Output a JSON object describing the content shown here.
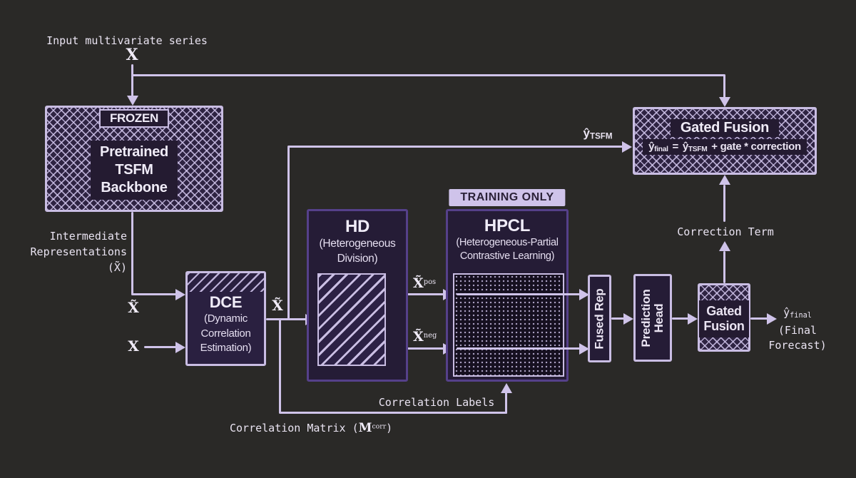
{
  "colors": {
    "background": "#2a2927",
    "line": "#cfc3e9",
    "text": "#eae4f2",
    "lavender_border": "#c9bde3",
    "purple_border": "#55408a",
    "box_fill": "#251c36",
    "tag_bg": "#cfc3ea",
    "tag_text": "#2b2238"
  },
  "input": {
    "caption": "Input multivariate series",
    "symbol": "X"
  },
  "backbone": {
    "tag": "FROZEN",
    "title_line1": "Pretrained TSFM",
    "title_line2": "Backbone"
  },
  "intermediate": {
    "line1": "Intermediate",
    "line2": "Representations",
    "line3": "(X̃)"
  },
  "dce": {
    "input_top": "X̃",
    "input_bottom": "X",
    "title": "DCE",
    "sub1": "(Dynamic",
    "sub2": "Correlation",
    "sub3": "Estimation)",
    "output": "X̃"
  },
  "hd": {
    "title": "HD",
    "sub1": "(Heterogeneous",
    "sub2": "Division)"
  },
  "hpcl": {
    "tag": "TRAINING ONLY",
    "title": "HPCL",
    "sub1": "(Heterogeneous-Partial",
    "sub2": "Contrastive Learning)"
  },
  "signals": {
    "pos_base": "X̃",
    "pos_sup": "pos",
    "neg_base": "X̃",
    "neg_sup": "neg",
    "y_tsfm_base": "ŷ",
    "y_tsfm_sub": "TSFM"
  },
  "fused_rep": {
    "label": "Fused Rep"
  },
  "prediction_head": {
    "line1": "Prediction",
    "line2": "Head"
  },
  "gated_fusion_small": {
    "line1": "Gated",
    "line2": "Fusion"
  },
  "final_output": {
    "base": "ŷ",
    "sub": "final",
    "line2": "(Final",
    "line3": "Forecast)"
  },
  "correction": {
    "label": "Correction Term"
  },
  "gated_fusion_big": {
    "title": "Gated Fusion",
    "formula_y1": "ŷ",
    "formula_sub1": "final",
    "formula_eq": "=",
    "formula_y2": "ŷ",
    "formula_sub2": "TSFM",
    "formula_tail": "+ gate * correction"
  },
  "bottom": {
    "correlation_labels": "Correlation Labels",
    "matrix_pre": "Correlation Matrix (",
    "matrix_m": "M",
    "matrix_sup": "corr",
    "matrix_post": ")"
  }
}
